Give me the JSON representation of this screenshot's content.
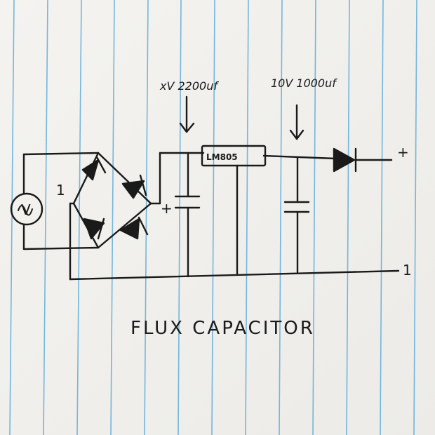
{
  "diagram": {
    "title": "FLUX CAPACITOR",
    "capacitor_1_label": "xV 2200uf",
    "capacitor_2_label": "10V 1000uf",
    "regulator_label": "LM805",
    "source_symbol": "V",
    "source_number": "1",
    "output_positive": "+",
    "output_negative": "1",
    "capacitor_polarity": "+"
  },
  "paper": {
    "line_color": "#4aa3d6",
    "ink_color": "#1a1a1a"
  }
}
